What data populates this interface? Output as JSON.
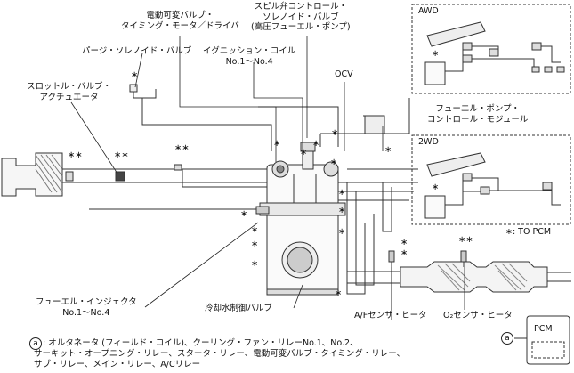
{
  "labels": {
    "motor_driver": "電動可変バルブ・\nタイミング・モータ／ドライバ",
    "spill_valve": "スピル弁コントロール・\nソレノイド・バルブ\n(高圧フューエル・ポンプ)",
    "purge_valve": "パージ・ソレノイド・バルブ",
    "ignition_coil": "イグニッション・コイル\nNo.1～No.4",
    "ocv": "OCV",
    "throttle": "スロットル・バルブ・\nアクチュエータ",
    "fuel_pump_module": "フューエル・ポンプ・\nコントロール・モジュール",
    "to_pcm": "∗: TO PCM",
    "injector": "フューエル・インジェクタ\nNo.1～No.4",
    "coolant_valve": "冷却水制御バルブ",
    "af_sensor": "A/Fセンサ・ヒータ",
    "o2_sensor": "O₂センサ・ヒータ"
  },
  "boxes": {
    "awd_title": "AWD",
    "twowd_title": "2WD",
    "pcm_label": "PCM"
  },
  "star_symbol": "∗",
  "double_star": "∗∗",
  "circle_a": "a",
  "note": {
    "line1": ": オルタネータ (フィールド・コイル)、クーリング・ファン・リレーNo.1、No.2、",
    "line2": "サーキット・オープニング・リレー、スタータ・リレー、電動可変バルブ・タイミング・リレー、",
    "line3": "サブ・リレー、メイン・リレー、A/Cリレー"
  }
}
